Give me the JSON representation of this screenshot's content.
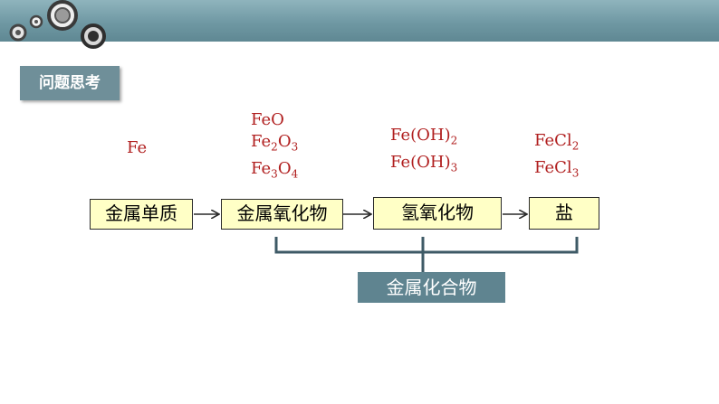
{
  "header": {
    "section_label": "问题思考"
  },
  "colors": {
    "header_bar": "#6f98a3",
    "formula_text": "#b01e1e",
    "box_fill": "#ffffc6",
    "group_fill": "#5f8490"
  },
  "formulas": {
    "metal": "Fe",
    "oxides": [
      {
        "parts": [
          "FeO"
        ]
      },
      {
        "parts": [
          "Fe",
          "2",
          "O",
          "3"
        ]
      },
      {
        "parts": [
          "Fe",
          "3",
          "O",
          "4"
        ]
      }
    ],
    "hydroxides": [
      {
        "parts": [
          "Fe(OH)",
          "2"
        ]
      },
      {
        "parts": [
          "Fe(OH)",
          "3"
        ]
      }
    ],
    "salts": [
      {
        "parts": [
          "FeCl",
          "2"
        ]
      },
      {
        "parts": [
          "FeCl",
          "3"
        ]
      }
    ]
  },
  "flow": {
    "boxes": [
      "金属单质",
      "金属氧化物",
      "氢氧化物",
      "盐"
    ],
    "group_label": "金属化合物"
  }
}
